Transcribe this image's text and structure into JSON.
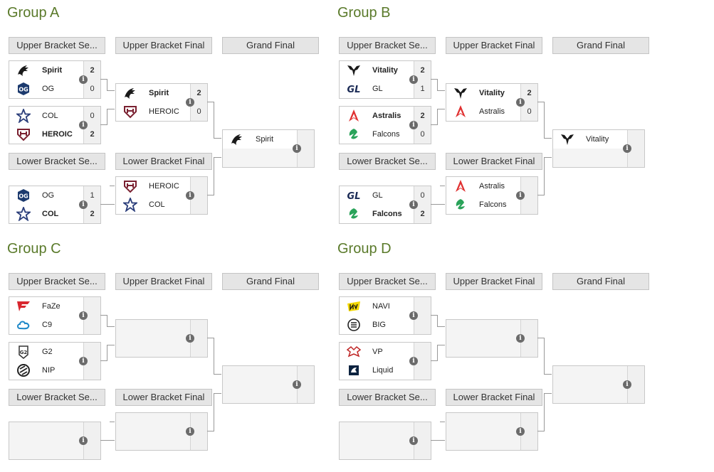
{
  "headers": {
    "ubs": "Upper Bracket Se...",
    "ubf": "Upper Bracket Final",
    "gf": "Grand Final",
    "lbs": "Lower Bracket Se...",
    "lbf": "Lower Bracket Final"
  },
  "info_glyph": "i",
  "groups": [
    {
      "title": "Group A",
      "ub_sf1": {
        "t1": "Spirit",
        "s1": "2",
        "t2": "OG",
        "s2": "0"
      },
      "ub_sf2": {
        "t1": "COL",
        "s1": "0",
        "t2": "HEROIC",
        "s2": "2"
      },
      "ub_f": {
        "t1": "Spirit",
        "s1": "2",
        "t2": "HEROIC",
        "s2": "0"
      },
      "gf": {
        "t1": "Spirit",
        "t2": ""
      },
      "lb_sf": {
        "t1": "OG",
        "s1": "1",
        "t2": "COL",
        "s2": "2"
      },
      "lb_f": {
        "t1": "HEROIC",
        "t2": "COL"
      }
    },
    {
      "title": "Group B",
      "ub_sf1": {
        "t1": "Vitality",
        "s1": "2",
        "t2": "GL",
        "s2": "1"
      },
      "ub_sf2": {
        "t1": "Astralis",
        "s1": "2",
        "t2": "Falcons",
        "s2": "0"
      },
      "ub_f": {
        "t1": "Vitality",
        "s1": "2",
        "t2": "Astralis",
        "s2": "0"
      },
      "gf": {
        "t1": "Vitality",
        "t2": ""
      },
      "lb_sf": {
        "t1": "GL",
        "s1": "0",
        "t2": "Falcons",
        "s2": "2"
      },
      "lb_f": {
        "t1": "Astralis",
        "t2": "Falcons"
      }
    },
    {
      "title": "Group C",
      "ub_sf1": {
        "t1": "FaZe",
        "s1": "",
        "t2": "C9",
        "s2": ""
      },
      "ub_sf2": {
        "t1": "G2",
        "s1": "",
        "t2": "NIP",
        "s2": ""
      },
      "ub_f": {
        "t1": "",
        "s1": "",
        "t2": "",
        "s2": ""
      },
      "gf": {
        "t1": "",
        "t2": ""
      },
      "lb_sf": {
        "t1": "",
        "s1": "",
        "t2": "",
        "s2": ""
      },
      "lb_f": {
        "t1": "",
        "t2": ""
      }
    },
    {
      "title": "Group D",
      "ub_sf1": {
        "t1": "NAVI",
        "s1": "",
        "t2": "BIG",
        "s2": ""
      },
      "ub_sf2": {
        "t1": "VP",
        "s1": "",
        "t2": "Liquid",
        "s2": ""
      },
      "ub_f": {
        "t1": "",
        "s1": "",
        "t2": "",
        "s2": ""
      },
      "gf": {
        "t1": "",
        "t2": ""
      },
      "lb_sf": {
        "t1": "",
        "s1": "",
        "t2": "",
        "s2": ""
      },
      "lb_f": {
        "t1": "",
        "t2": ""
      }
    }
  ],
  "team_icons": {
    "Spirit": "spirit-dragon-icon",
    "OG": "og-logo-icon",
    "COL": "col-star-icon",
    "HEROIC": "heroic-logo-icon",
    "Vitality": "vitality-bee-icon",
    "GL": "gl-logo-icon",
    "Astralis": "astralis-logo-icon",
    "Falcons": "falcons-logo-icon",
    "FaZe": "faze-logo-icon",
    "C9": "c9-cloud-icon",
    "G2": "g2-logo-icon",
    "NIP": "nip-logo-icon",
    "NAVI": "navi-logo-icon",
    "BIG": "big-logo-icon",
    "VP": "vp-logo-icon",
    "Liquid": "liquid-horse-icon"
  },
  "colors": {
    "title": "#5a7a2a",
    "header_bg": "#e5e5e5",
    "line": "#999999",
    "info": "#6b6b6b"
  }
}
